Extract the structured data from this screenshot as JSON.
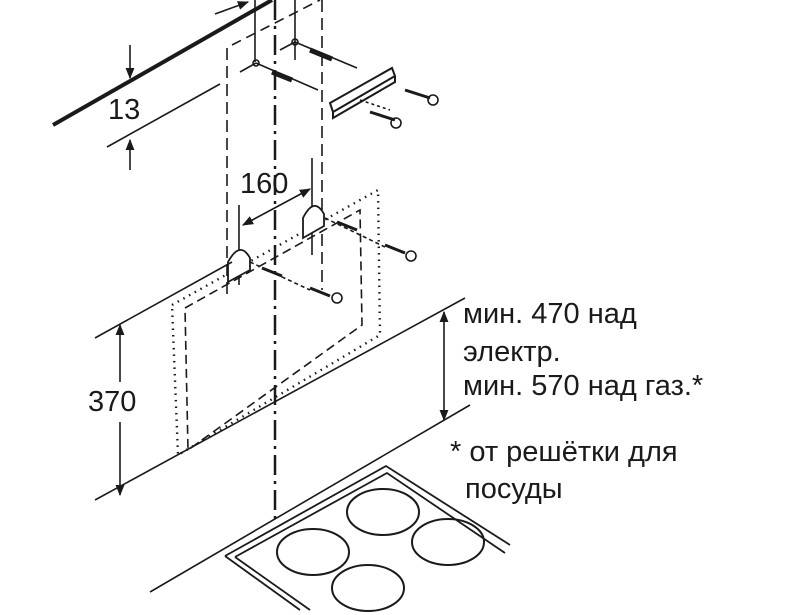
{
  "dimensions": {
    "ceiling_gap": "13",
    "bracket_spacing": "160",
    "hood_height": "370"
  },
  "notes": {
    "line1": "мин. 470 над",
    "line2": "электр.",
    "line3": "мин. 570 над газ.*",
    "footnote1": "* от решётки для",
    "footnote2": "посуды"
  },
  "colors": {
    "ink": "#1a1a1a",
    "background": "#ffffff"
  }
}
